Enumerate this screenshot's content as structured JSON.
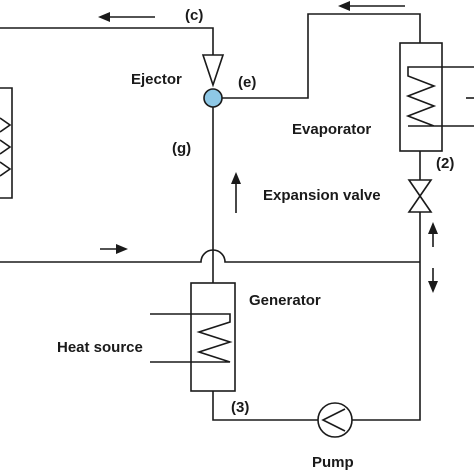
{
  "labels": {
    "c": "(c)",
    "ejector": "Ejector",
    "e": "(e)",
    "evaporator": "Evaporator",
    "g": "(g)",
    "two": "(2)",
    "expansion_valve": "Expansion valve",
    "generator": "Generator",
    "heat_source": "Heat source",
    "three": "(3)",
    "pump": "Pump"
  },
  "colors": {
    "line": "#1a1a1a",
    "ejector_fill": "#8ec8e6"
  }
}
